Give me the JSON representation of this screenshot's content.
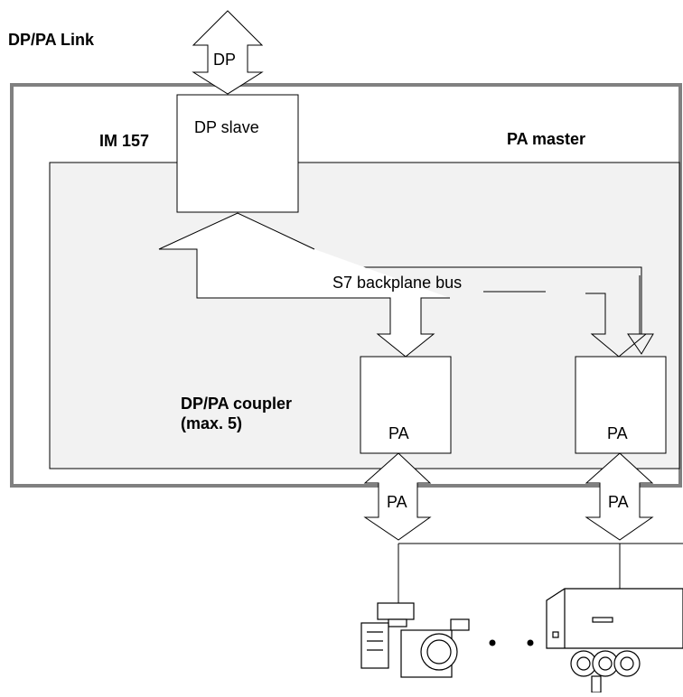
{
  "title": "DP/PA Link",
  "labels": {
    "dp_arrow": "DP",
    "dp_slave": "DP slave",
    "im157": "IM 157",
    "pa_master": "PA master",
    "backplane": "S7 backplane bus",
    "coupler": "DP/PA coupler",
    "coupler_max": "(max. 5)",
    "pa_box_left": "PA",
    "pa_box_right": "PA",
    "pa_arrow_left": "PA",
    "pa_arrow_right": "PA"
  },
  "colors": {
    "outer_frame": "#808080",
    "inner_panel": "#f2f2f2",
    "line": "#000000"
  },
  "icons": [
    "pressure-transmitter-icon",
    "positioner-device-icon"
  ]
}
